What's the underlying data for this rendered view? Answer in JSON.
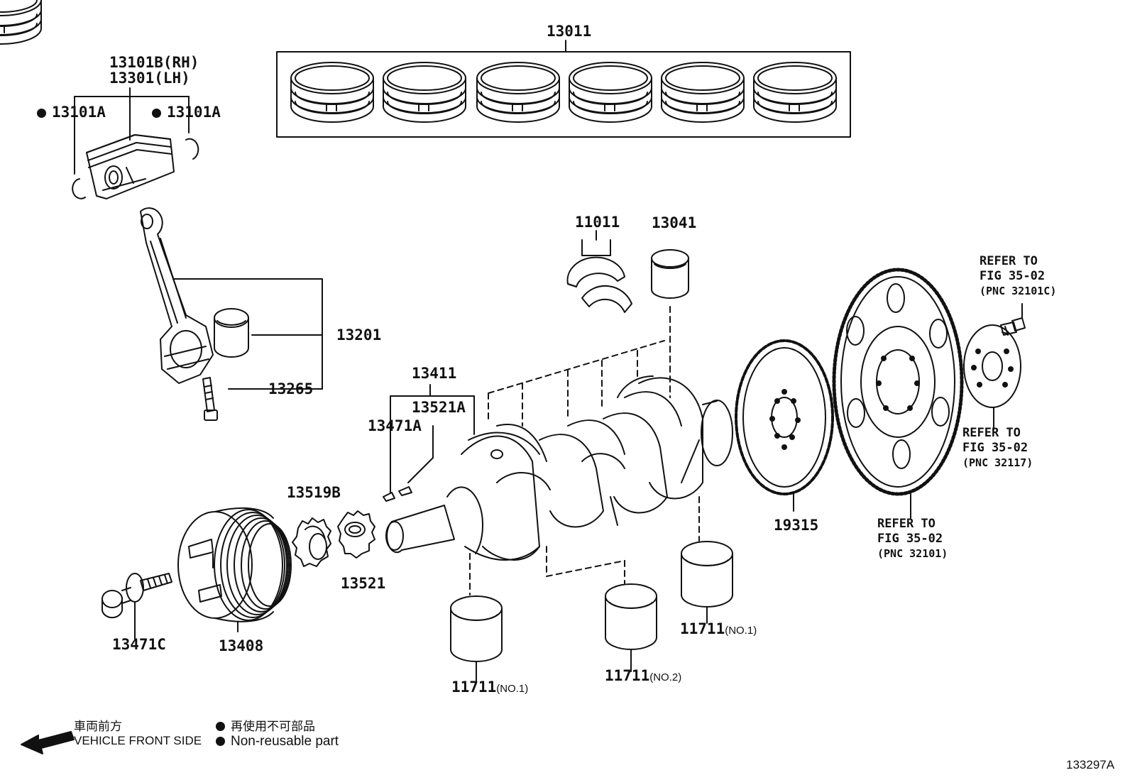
{
  "parts": {
    "p13011": "13011",
    "p13101b": "13101B(RH)",
    "p13301": "13301(LH)",
    "p13101a_l": "13101A",
    "p13101a_r": "13101A",
    "p11011": "11011",
    "p13041": "13041",
    "p13201": "13201",
    "p13265": "13265",
    "p13411": "13411",
    "p13521a": "13521A",
    "p13471a": "13471A",
    "p13519b": "13519B",
    "p13521": "13521",
    "p13471c": "13471C",
    "p13408": "13408",
    "p19315": "19315",
    "p11711_a": "11711",
    "p11711_a_sub": "(NO.1)",
    "p11711_b": "11711",
    "p11711_b_sub": "(NO.2)",
    "p11711_c": "11711",
    "p11711_c_sub": "(NO.1)"
  },
  "refs": {
    "ref1": {
      "line1": "REFER TO",
      "line2": "FIG 35-02",
      "line3": "(PNC 32101C)"
    },
    "ref2": {
      "line1": "REFER TO",
      "line2": "FIG 35-02",
      "line3": "(PNC 32117)"
    },
    "ref3": {
      "line1": "REFER TO",
      "line2": "FIG 35-02",
      "line3": "(PNC 32101)"
    }
  },
  "legend": {
    "front_jp": "車両前方",
    "front_en": "VEHICLE FRONT SIDE",
    "nonreuse_jp": "再使用不可部品",
    "nonreuse_en": "Non-reusable part"
  },
  "diagram_code": "133297A",
  "colors": {
    "ink": "#111111",
    "paper": "#ffffff"
  }
}
